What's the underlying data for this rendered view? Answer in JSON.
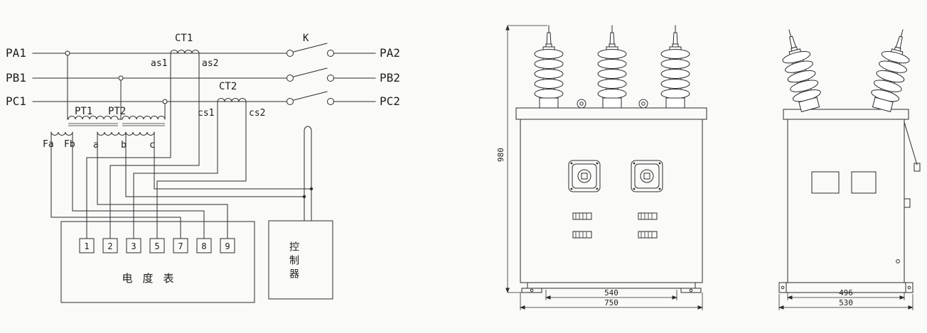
{
  "circuit": {
    "phases_in": [
      "PA1",
      "PB1",
      "PC1"
    ],
    "phases_out": [
      "PA2",
      "PB2",
      "PC2"
    ],
    "ct1_label": "CT1",
    "ct2_label": "CT2",
    "switch_label": "K",
    "pt1_label": "PT1",
    "pt2_label": "PT2",
    "ct1_secondary": [
      "as1",
      "as2"
    ],
    "ct2_secondary": [
      "cs1",
      "cs2"
    ],
    "pt_secondary": [
      "Fa",
      "Fb",
      "a",
      "b",
      "c"
    ],
    "meter": {
      "terminals": [
        "1",
        "2",
        "3",
        "5",
        "7",
        "8",
        "9"
      ],
      "label": "电度表"
    },
    "controller": {
      "label": "控制器"
    }
  },
  "front_view": {
    "width_inner": "540",
    "width_outer": "750",
    "height": "980"
  },
  "side_view": {
    "width_inner": "496",
    "width_outer": "530"
  },
  "colors": {
    "line": "#2b2b2b",
    "background": "#fafaf8"
  }
}
